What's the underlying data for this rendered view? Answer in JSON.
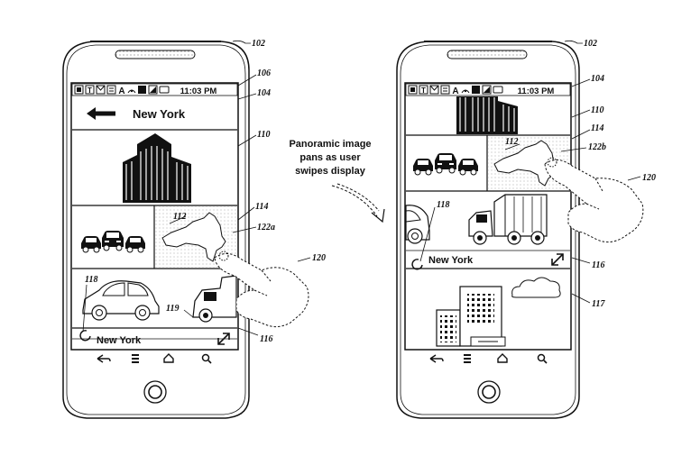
{
  "caption": [
    "Panoramic image",
    "pans as user",
    "swipes display"
  ],
  "status_bar": {
    "time": "11:03 PM"
  },
  "left_phone": {
    "header_title": "New York",
    "location_label": "New York",
    "refs": {
      "device": "102",
      "status": "106",
      "screen": "104",
      "panel_top": "110",
      "panel_mid": "114",
      "map": "112",
      "touch": "122a",
      "finger": "120",
      "car_tile": "118",
      "truck_tile": "119",
      "bottom": "116"
    }
  },
  "right_phone": {
    "location_label": "New York",
    "refs": {
      "device": "102",
      "screen": "104",
      "panel_top": "110",
      "panel_mid": "114",
      "map": "112",
      "touch": "122b",
      "finger": "120",
      "car_tile": "118",
      "bottom": "116",
      "panel_low": "117"
    }
  },
  "icons": [
    "status-icons",
    "back-arrow-icon",
    "building-icon",
    "cars-icon",
    "map-icon",
    "car-icon",
    "truck-icon",
    "refresh-icon",
    "expand-icon",
    "hand-icon",
    "swipe-arrow-icon",
    "nav-back-icon",
    "nav-menu-icon",
    "nav-home-icon",
    "nav-search-icon",
    "cloud-icon"
  ]
}
